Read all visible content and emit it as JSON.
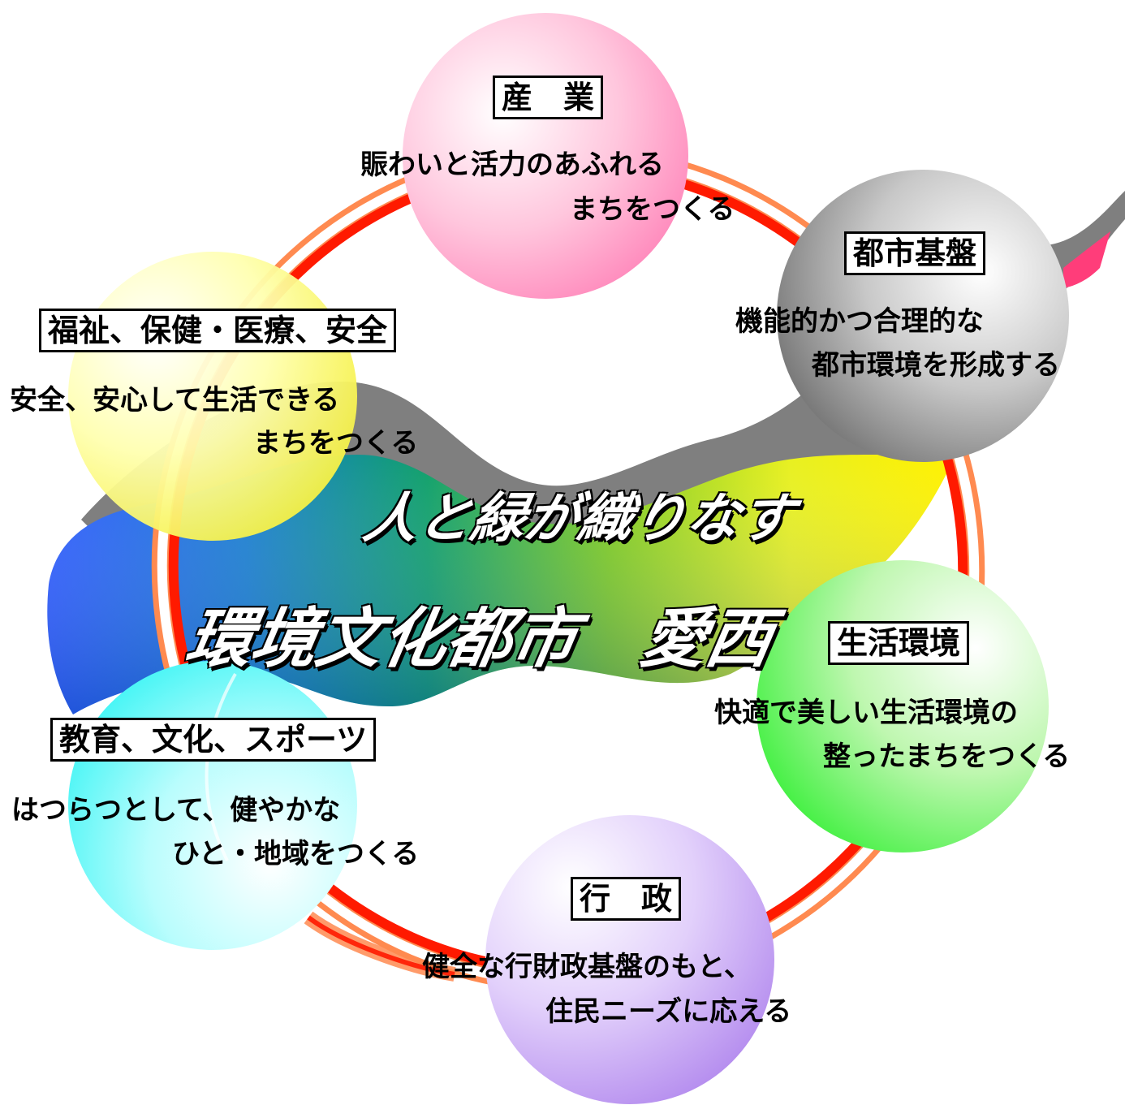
{
  "colors": {
    "industry": "#ff9ec8",
    "infrastructure": "#9a9a9a",
    "welfare": "#ffff80",
    "living": "#66ff66",
    "education": "#55ffff",
    "administration": "#c49cf0",
    "ring_red": "#ff1a00",
    "ring_orange": "#ff8a50"
  },
  "slogan": {
    "line1": "人と緑が織りなす",
    "line2": "環境文化都市　愛西"
  },
  "nodes": {
    "industry": {
      "label": "産　業",
      "line1": "賑わいと活力のあふれる",
      "line2": "まちをつくる"
    },
    "infrastructure": {
      "label": "都市基盤",
      "line1": "機能的かつ合理的な",
      "line2": "都市環境を形成する"
    },
    "welfare": {
      "label": "福祉、保健・医療、安全",
      "line1": "安全、安心して生活できる",
      "line2": "まちをつくる"
    },
    "living": {
      "label": "生活環境",
      "line1": "快適で美しい生活環境の",
      "line2": "整ったまちをつくる"
    },
    "education": {
      "label": "教育、文化、スポーツ",
      "line1": "はつらつとして、健やかな",
      "line2": "ひと・地域をつくる"
    },
    "administration": {
      "label": "行　政",
      "line1": "健全な行財政基盤のもと、",
      "line2": "住民ニーズに応える"
    }
  }
}
